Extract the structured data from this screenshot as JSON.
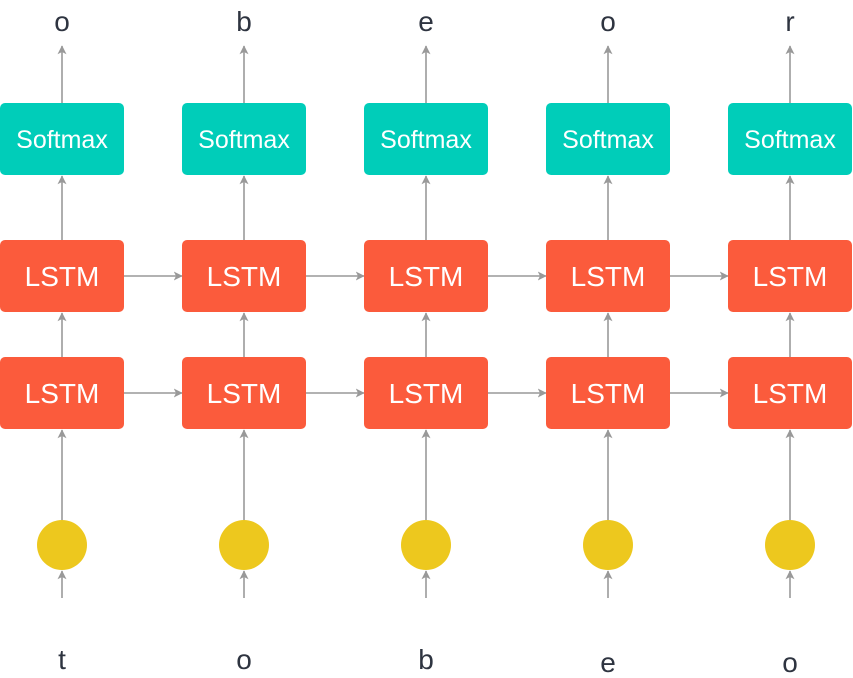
{
  "colors": {
    "softmax": "#00CDB9",
    "lstm": "#FB5B3C",
    "embedding": "#EDC81E",
    "arrow": "#999999",
    "text": "#2E3440"
  },
  "node_labels": {
    "softmax": "Softmax",
    "lstm": "LSTM"
  },
  "columns": [
    {
      "input": "t",
      "output": "o"
    },
    {
      "input": "o",
      "output": "b"
    },
    {
      "input": "b",
      "output": "e"
    },
    {
      "input": "e",
      "output": "o"
    },
    {
      "input": "o",
      "output": "r"
    }
  ]
}
